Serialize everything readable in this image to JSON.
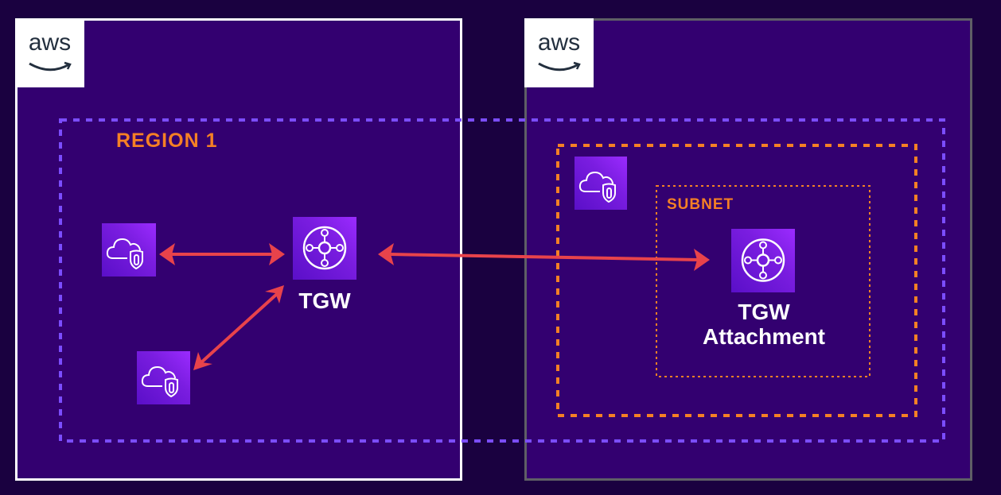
{
  "diagram": {
    "accounts": [
      {
        "id": "account-1",
        "logo": "aws"
      },
      {
        "id": "account-2",
        "logo": "aws"
      }
    ],
    "region_label": "REGION 1",
    "subnet_label": "SUBNET",
    "tgw_label": "TGW",
    "tgw_attachment_label_line1": "TGW",
    "tgw_attachment_label_line2": "Attachment",
    "icons": [
      {
        "name": "vpc-icon",
        "type": "vpc"
      },
      {
        "name": "vpc-icon",
        "type": "vpc"
      },
      {
        "name": "vpc-icon",
        "type": "vpc"
      },
      {
        "name": "transit-gateway-icon",
        "type": "transit-gateway"
      },
      {
        "name": "transit-gateway-attachment-icon",
        "type": "transit-gateway"
      }
    ],
    "connections": [
      {
        "from": "vpc-1",
        "to": "tgw",
        "direction": "bidirectional"
      },
      {
        "from": "vpc-2",
        "to": "tgw",
        "direction": "bidirectional"
      },
      {
        "from": "tgw",
        "to": "tgw-attachment",
        "direction": "bidirectional"
      }
    ],
    "colors": {
      "background": "#1a0140",
      "account_fill": "#330070",
      "account1_border": "#ffffff",
      "account2_border": "#5f5f66",
      "region_border": "#7b4dff",
      "vpc_border": "#f58025",
      "label_orange": "#f58025",
      "arrow": "#e8434b"
    }
  }
}
